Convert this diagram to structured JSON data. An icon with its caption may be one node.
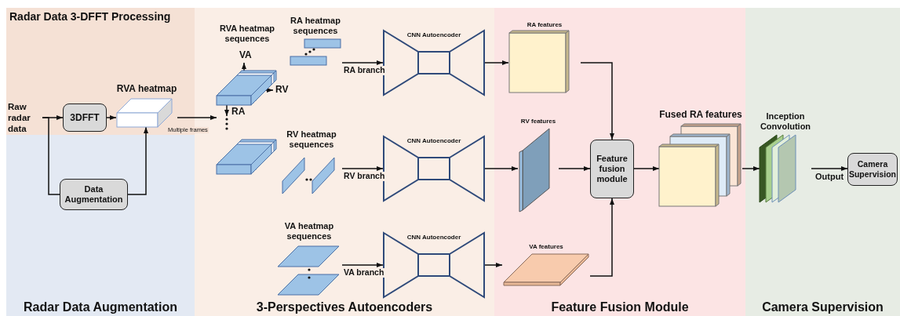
{
  "diagram": {
    "nodes": [
      {
        "text": [
          "Radar Data 3-DFFT Processing"
        ]
      },
      {
        "text": [
          "Radar Data Augmentation"
        ]
      },
      {
        "text": [
          "3-Perspectives Autoencoders"
        ]
      },
      {
        "text": [
          "Feature Fusion Module"
        ]
      },
      {
        "text": [
          "Camera Supervision"
        ]
      },
      {
        "text": [
          "Raw radar data"
        ],
        "in": 0
      },
      {
        "text": [
          "3DFFT"
        ],
        "in": 0
      },
      {
        "text": [
          "RVA heatmap"
        ],
        "in": 0
      },
      {
        "text": [
          "Data Augmentation"
        ],
        "in": 1
      },
      {
        "text": [
          "RVA heatmap sequences"
        ],
        "in": 2
      },
      {
        "text": [
          "RA heatmap sequences"
        ],
        "in": 2
      },
      {
        "text": [
          "RV heatmap sequences"
        ],
        "in": 2
      },
      {
        "text": [
          "VA heatmap sequences"
        ],
        "in": 2
      },
      {
        "text": [
          "CNN Autoencoder"
        ],
        "in": 2
      },
      {
        "text": [
          "CNN Autoencoder"
        ],
        "in": 2
      },
      {
        "text": [
          "CNN Autoencoder"
        ],
        "in": 2
      },
      {
        "text": [
          "RA features"
        ],
        "in": 3
      },
      {
        "text": [
          "RV features"
        ],
        "in": 3
      },
      {
        "text": [
          "VA features"
        ],
        "in": 3
      },
      {
        "text": [
          "Feature fusion module"
        ],
        "in": 3
      },
      {
        "text": [
          "Fused RA features"
        ],
        "in": 3
      },
      {
        "text": [
          "Inception Convolution"
        ],
        "in": 4
      },
      {
        "text": [
          "Camera Supervision"
        ],
        "in": 4
      }
    ],
    "edges": [
      {
        "from": 5,
        "to": 6,
        "arrow": "to"
      },
      {
        "from": 5,
        "to": 8,
        "arrow": "none"
      },
      {
        "from": 6,
        "to": 7,
        "arrow": "to"
      },
      {
        "from": 8,
        "to": 7,
        "arrow": "to"
      },
      {
        "from": 7,
        "to": 9,
        "arrow": "to",
        "label": "Multiple frames"
      },
      {
        "from": 10,
        "to": 13,
        "arrow": "to",
        "label": "RA branch"
      },
      {
        "from": 11,
        "to": 14,
        "arrow": "to",
        "label": "RV branch"
      },
      {
        "from": 12,
        "to": 15,
        "arrow": "to",
        "label": "VA branch"
      },
      {
        "from": 13,
        "to": 16,
        "arrow": "to"
      },
      {
        "from": 14,
        "to": 17,
        "arrow": "to"
      },
      {
        "from": 15,
        "to": 18,
        "arrow": "to"
      },
      {
        "from": 16,
        "to": 19,
        "arrow": "to"
      },
      {
        "from": 17,
        "to": 19,
        "arrow": "to"
      },
      {
        "from": 18,
        "to": 19,
        "arrow": "to"
      },
      {
        "from": 19,
        "to": 20,
        "arrow": "to"
      },
      {
        "from": 20,
        "to": 21,
        "arrow": "to"
      },
      {
        "from": 21,
        "to": 22,
        "arrow": "to",
        "label": "Output"
      }
    ],
    "labels": [
      "VA",
      "RV",
      "RA"
    ]
  }
}
